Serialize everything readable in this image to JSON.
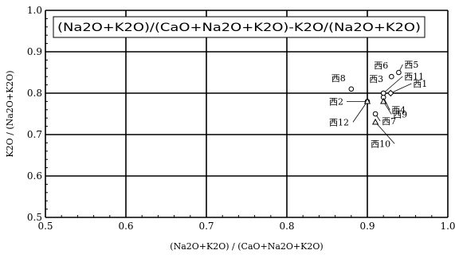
{
  "chart_data": {
    "type": "scatter",
    "title": "(Na2O+K2O)/(CaO+Na2O+K2O)-K2O/(Na2O+K2O)",
    "xlabel": "(Na2O+K2O) / (CaO+Na2O+K2O)",
    "ylabel": "K2O / (Na2O+K2O)",
    "xlim": [
      0.5,
      1.0
    ],
    "ylim": [
      0.5,
      1.0
    ],
    "x_ticks": [
      "0.5",
      "0.6",
      "0.7",
      "0.8",
      "0.9",
      "1.0"
    ],
    "y_ticks": [
      "0.5",
      "0.6",
      "0.7",
      "0.8",
      "0.9",
      "1.0"
    ],
    "grid": true,
    "points": [
      {
        "label": "西1",
        "x": 0.929,
        "y": 0.8,
        "marker": "diamond"
      },
      {
        "label": "西2",
        "x": 0.9,
        "y": 0.78,
        "marker": "circle"
      },
      {
        "label": "西3",
        "x": 0.92,
        "y": 0.8,
        "marker": "circle"
      },
      {
        "label": "西4",
        "x": 0.92,
        "y": 0.79,
        "marker": "circle"
      },
      {
        "label": "西5",
        "x": 0.939,
        "y": 0.85,
        "marker": "circle"
      },
      {
        "label": "西6",
        "x": 0.93,
        "y": 0.84,
        "marker": "circle"
      },
      {
        "label": "西7",
        "x": 0.91,
        "y": 0.75,
        "marker": "circle"
      },
      {
        "label": "西8",
        "x": 0.88,
        "y": 0.81,
        "marker": "circle"
      },
      {
        "label": "西9",
        "x": 0.92,
        "y": 0.78,
        "marker": "triangle"
      },
      {
        "label": "西10",
        "x": 0.91,
        "y": 0.73,
        "marker": "triangle"
      },
      {
        "label": "西11",
        "x": 0.92,
        "y": 0.8,
        "marker": "circle"
      },
      {
        "label": "西12",
        "x": 0.9,
        "y": 0.78,
        "marker": "triangle"
      }
    ]
  }
}
